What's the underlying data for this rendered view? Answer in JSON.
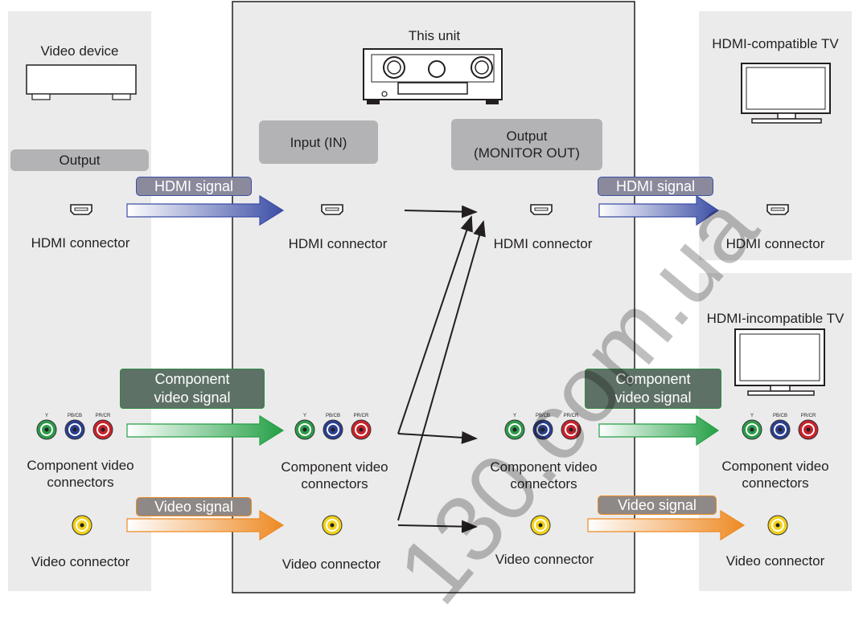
{
  "left": {
    "title": "Video device",
    "output_label": "Output",
    "hdmi_connector": "HDMI connector",
    "component_connector": "Component video\nconnectors",
    "video_connector": "Video connector"
  },
  "center": {
    "title": "This unit",
    "input_label": "Input (IN)",
    "output_label": "Output\n(MONITOR OUT)",
    "in_hdmi_connector": "HDMI connector",
    "in_component_connector": "Component video\nconnectors",
    "in_video_connector": "Video connector",
    "out_hdmi_connector": "HDMI connector",
    "out_component_connector": "Component video\nconnectors",
    "out_video_connector": "Video connector"
  },
  "right_top": {
    "title": "HDMI-compatible TV",
    "hdmi_connector": "HDMI connector"
  },
  "right_bottom": {
    "title": "HDMI-incompatible TV",
    "component_connector": "Component video\nconnectors",
    "video_connector": "Video connector"
  },
  "signals": {
    "hdmi": "HDMI signal",
    "component": "Component\nvideo signal",
    "video": "Video signal"
  },
  "component_jack_labels": [
    "Y",
    "PB/CB",
    "PR/CR"
  ],
  "watermark": "130.com.ua",
  "colors": {
    "panel": "#ebebeb",
    "label_box": "#b3b3b5",
    "hdmi_arrow": "#3c4ea6",
    "component_arrow": "#24a046",
    "video_arrow": "#ee8a24",
    "jack_y": "#2e9a4a",
    "jack_pb": "#2c3f8f",
    "jack_pr": "#c8232c",
    "jack_video": "#f2d21d"
  }
}
